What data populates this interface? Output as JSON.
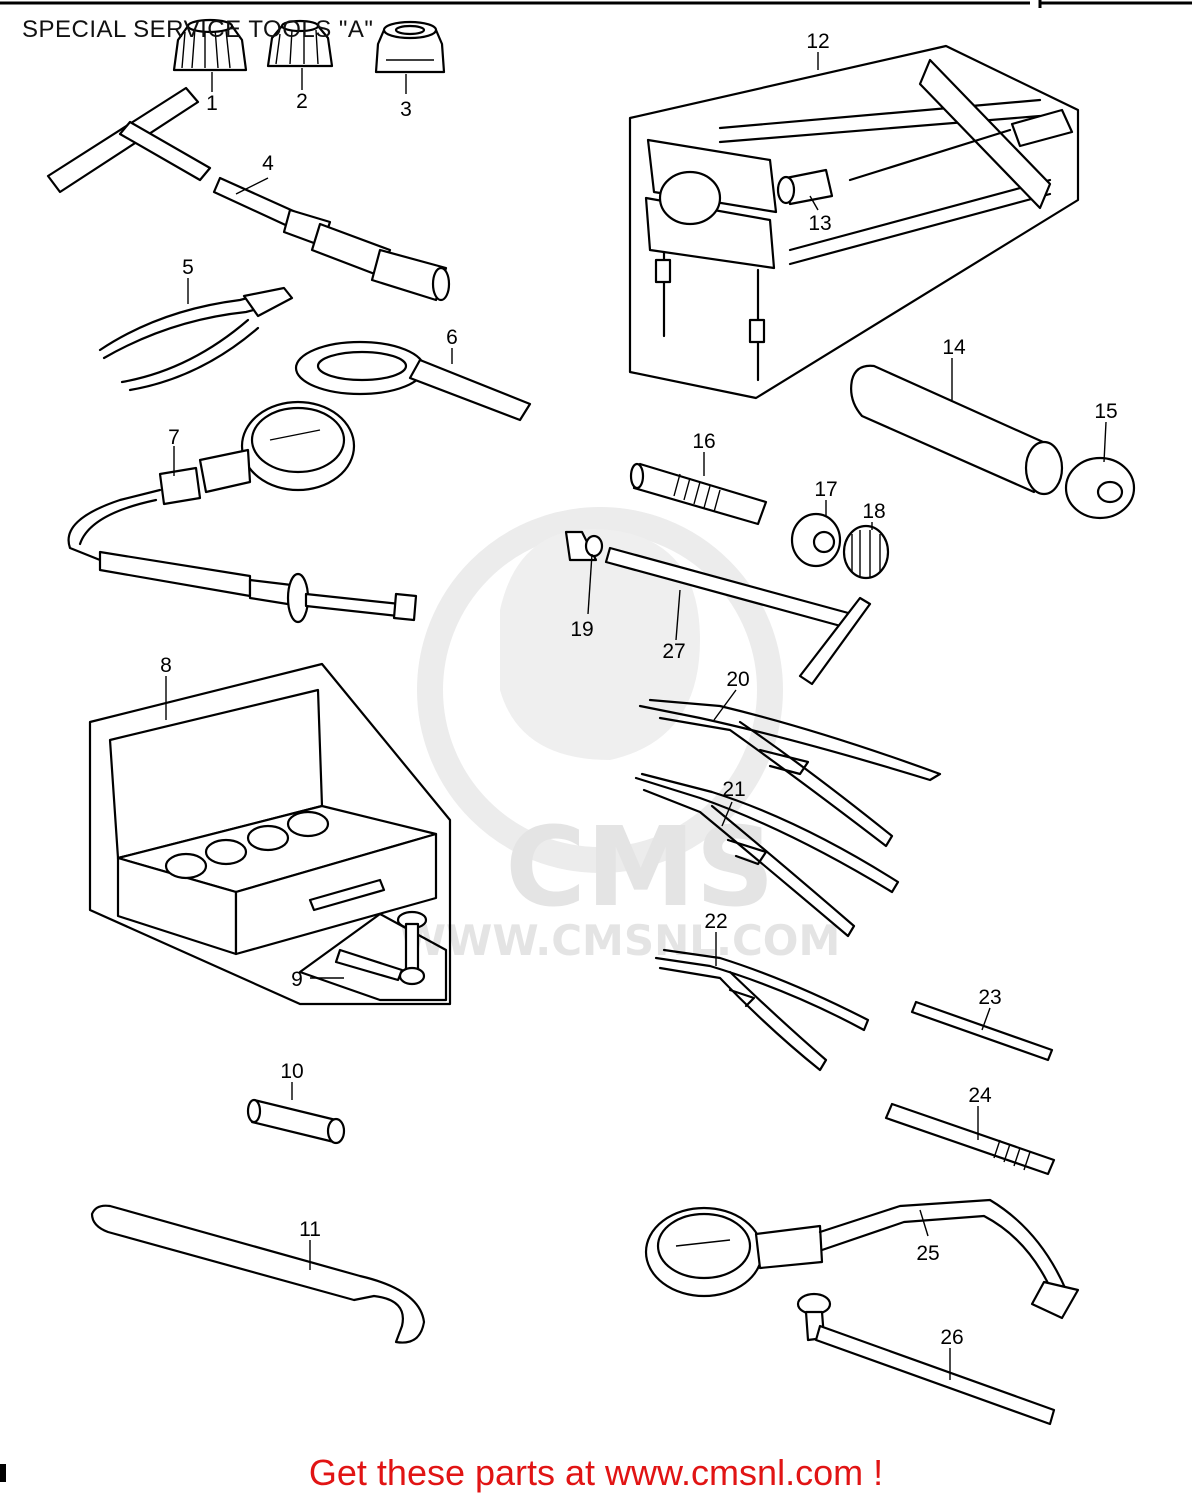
{
  "diagram_title": "SPECIAL SERVICE TOOLS \"A\"",
  "footer_text": "Get these parts at www.cmsnl.com !",
  "watermark": {
    "logo_text": "CMS",
    "url_text": "WWW.CMSNL.COM"
  },
  "callouts": [
    "1",
    "2",
    "3",
    "4",
    "5",
    "6",
    "7",
    "8",
    "9",
    "10",
    "11",
    "12",
    "13",
    "14",
    "15",
    "16",
    "17",
    "18",
    "19",
    "20",
    "21",
    "22",
    "23",
    "24",
    "25",
    "26",
    "27"
  ],
  "colors": {
    "footer": "#e11414",
    "line": "#000000",
    "watermark": "#e6e6e6"
  }
}
